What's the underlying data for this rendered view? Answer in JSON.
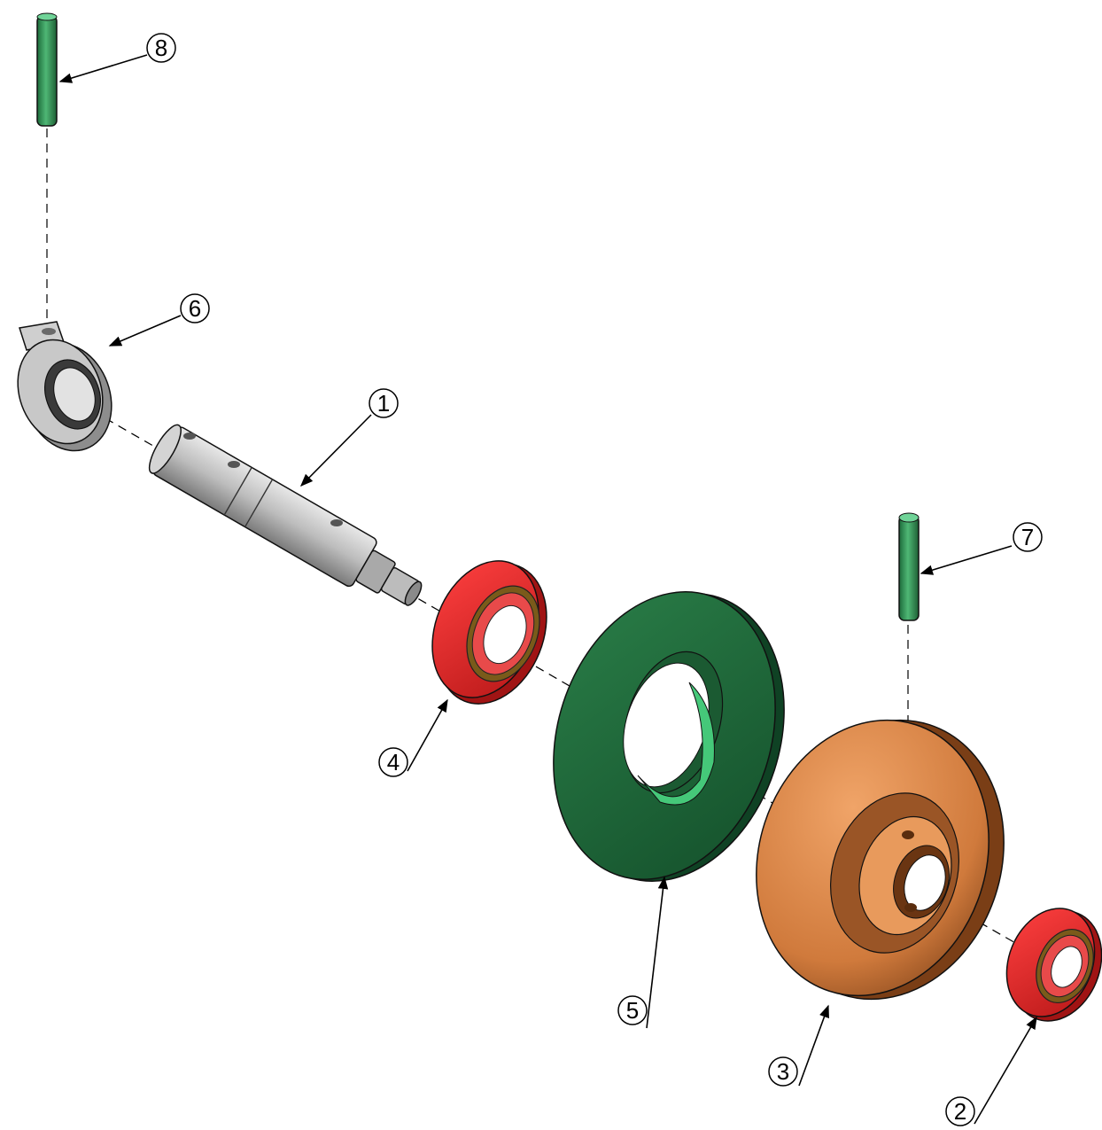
{
  "callouts": [
    {
      "number": "1",
      "part": "shaft"
    },
    {
      "number": "2",
      "part": "bearing-small"
    },
    {
      "number": "3",
      "part": "pulley-hub"
    },
    {
      "number": "4",
      "part": "bearing-large"
    },
    {
      "number": "5",
      "part": "disc-flange"
    },
    {
      "number": "6",
      "part": "collar"
    },
    {
      "number": "7",
      "part": "pin-right"
    },
    {
      "number": "8",
      "part": "pin-left"
    }
  ],
  "colors": {
    "pin": "#2e8a4e",
    "collar": "#b5b5b5",
    "shaft": "#c2c2c2",
    "bearing": "#e02828",
    "disc": "#1f6a3a",
    "disc_inner": "#45c879",
    "hub": "#d98a4a",
    "line": "#000000"
  }
}
